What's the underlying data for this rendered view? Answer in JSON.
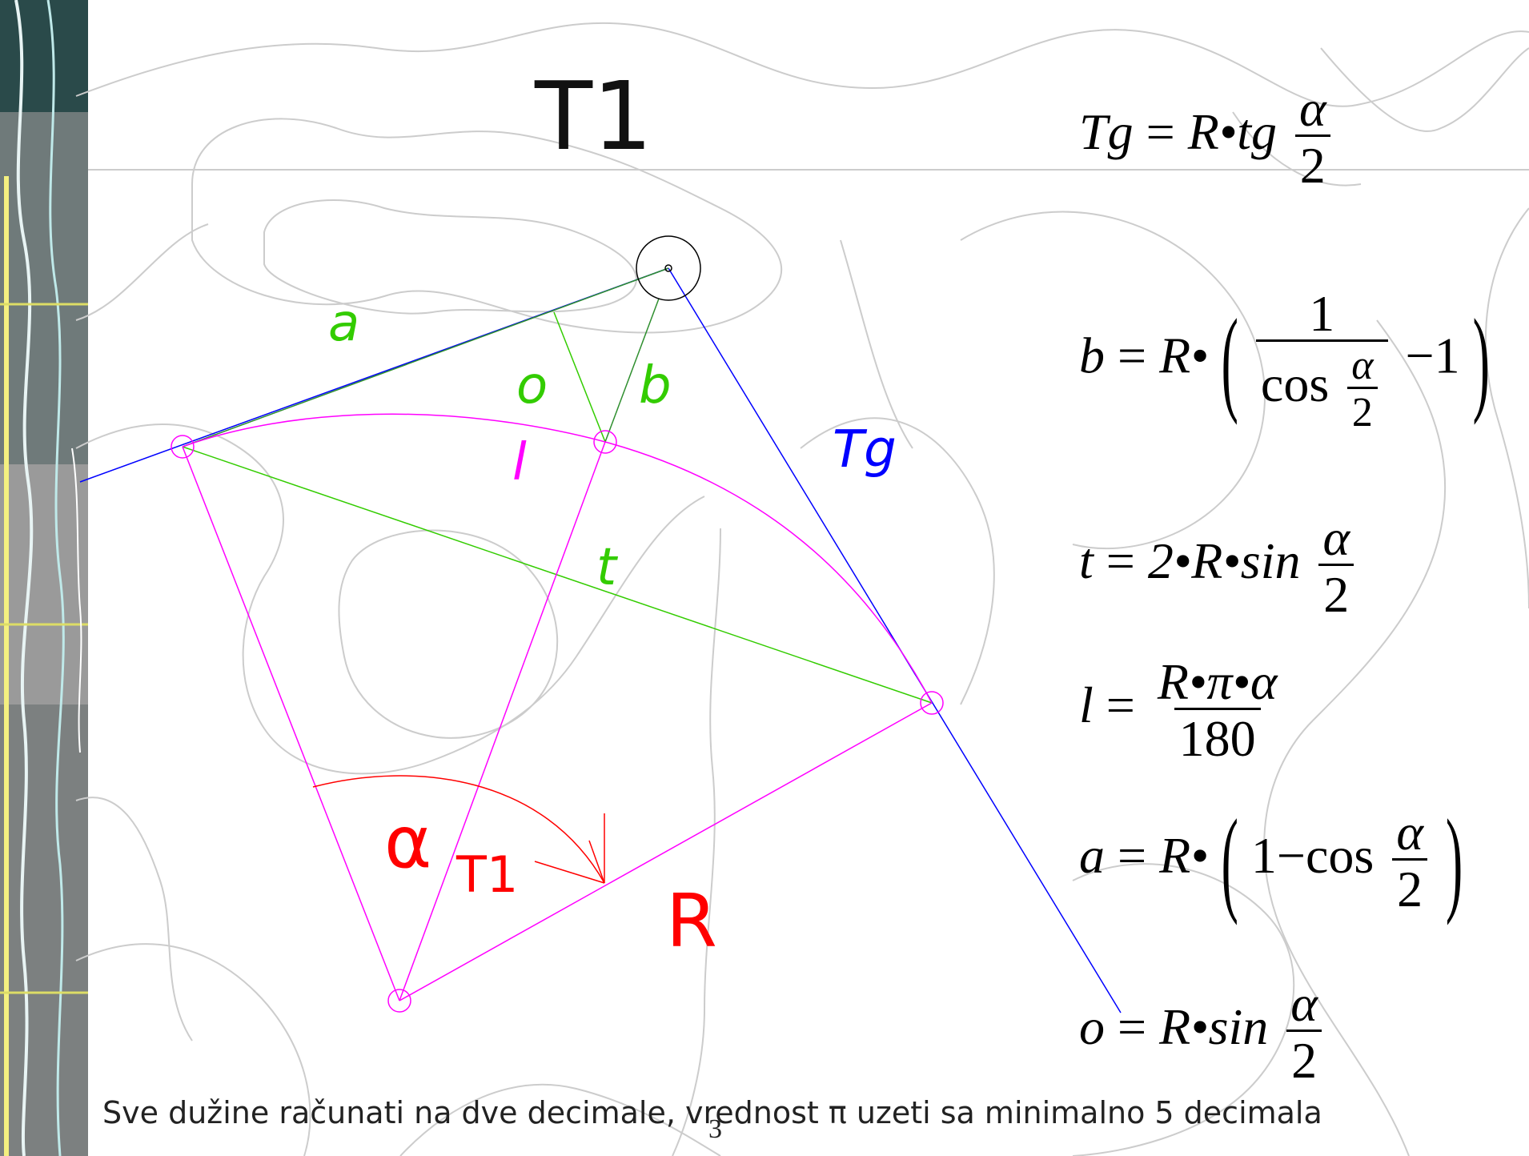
{
  "title": "T1",
  "labels": {
    "a": "a",
    "o": "o",
    "b": "b",
    "l": "l",
    "tg": "Tg",
    "t": "t",
    "alpha": "α",
    "alpha_sub": "T1",
    "r": "R"
  },
  "formulas": {
    "tg": {
      "lhs": "Tg",
      "eq": "=",
      "rhs_pre": "R•tg",
      "num": "α",
      "den": "2"
    },
    "b": {
      "lhs": "b",
      "eq": "=",
      "rhs_pre": "R•",
      "one": "1",
      "cos": "cos",
      "num": "α",
      "den": "2",
      "minus1": "−1"
    },
    "t": {
      "lhs": "t",
      "eq": "=",
      "rhs_pre": "2•R•sin",
      "num": "α",
      "den": "2"
    },
    "l": {
      "lhs": "l",
      "eq": "=",
      "num": "R•π•α",
      "den": "180"
    },
    "a": {
      "lhs": "a",
      "eq": "=",
      "rhs_pre": "R•",
      "inner": "1−cos",
      "num": "α",
      "den": "2"
    },
    "o": {
      "lhs": "o",
      "eq": "=",
      "rhs_pre": "R•sin",
      "num": "α",
      "den": "2"
    }
  },
  "caption": "Sve dužine računati na dve decimale, vrednost π uzeti sa minimalno 5 decimala",
  "page_number": "3",
  "colors": {
    "green": "#33cc00",
    "magenta": "#ff00ff",
    "blue": "#0000ff",
    "red": "#ff0000",
    "contour": "#cccccc"
  }
}
